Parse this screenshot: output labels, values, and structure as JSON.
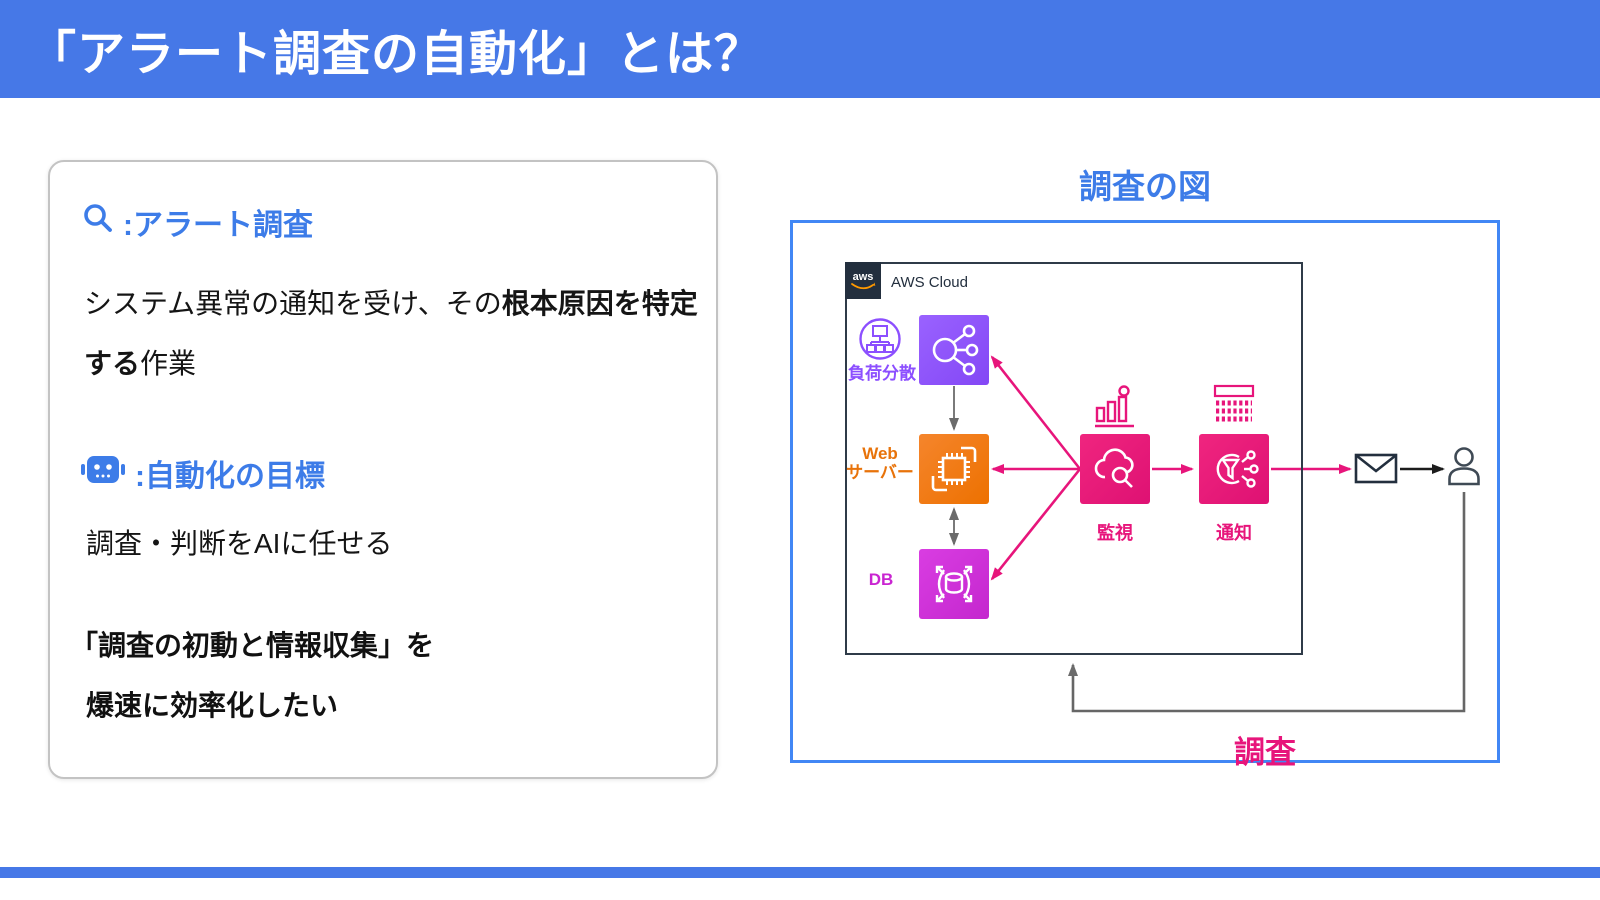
{
  "header": {
    "title": "「アラート調査の自動化」とは？"
  },
  "card": {
    "section1": {
      "heading": ":アラート調査",
      "body_pre": "システム異常の通知を受け、その",
      "body_bold": "根本原因を特定する",
      "body_post": "作業"
    },
    "section2": {
      "heading": ":自動化の目標",
      "body": "調査・判断をAIに任せる"
    },
    "goal_line1": "「調査の初動と情報収集」を",
    "goal_line2": "爆速に効率化したい"
  },
  "diagram": {
    "title": "調査の図",
    "aws_logo_text": "aws",
    "aws_box_label": "AWS Cloud",
    "nodes": {
      "elb_label": "負荷分散",
      "web_label_line1": "Web",
      "web_label_line2": "サーバー",
      "db_label": "DB",
      "monitor_label": "監視",
      "notify_label": "通知"
    },
    "loop_label": "調査"
  },
  "colors": {
    "header_blue": "#4678E7",
    "accent_blue": "#3D7CE8",
    "diagram_border_blue": "#4187F5",
    "elb_purple": "#8C4FFF",
    "ec2_orange": "#ED7100",
    "db_magenta": "#C925D1",
    "pink": "#E7157B",
    "aws_dark": "#232F3E"
  }
}
